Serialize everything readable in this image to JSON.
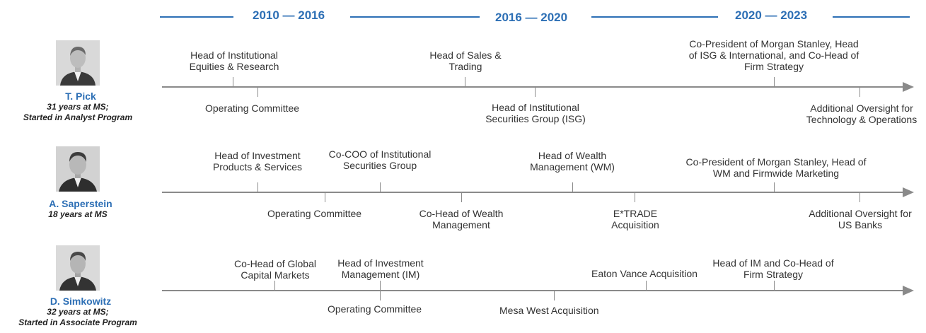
{
  "headers": {
    "period1": "2010 — 2016",
    "period2": "2016 — 2020",
    "period3": "2020 — 2023"
  },
  "colors": {
    "accent": "#2d6fb5",
    "axis": "#8a8a8a",
    "text": "#333333"
  },
  "people": [
    {
      "name": "T. Pick",
      "tenure": "31 years at MS;",
      "program": "Started in Analyst Program",
      "events": {
        "e1": "Head of Institutional Equities & Research",
        "e2": "Operating Committee",
        "e3": "Head of Sales & Trading",
        "e4": "Head of Institutional Securities Group (ISG)",
        "e5": "Co-President of Morgan Stanley, Head of ISG & International, and Co-Head of Firm Strategy",
        "e6": "Additional Oversight for Technology & Operations"
      }
    },
    {
      "name": "A. Saperstein",
      "tenure": "18 years at MS",
      "events": {
        "e1": "Head of Investment Products & Services",
        "e2": "Operating Committee",
        "e3": "Co-COO of  Institutional Securities Group",
        "e4": "Co-Head of Wealth Management",
        "e5": "Head of Wealth Management (WM)",
        "e6": "E*TRADE Acquisition",
        "e7": "Co-President of Morgan Stanley, Head of WM and Firmwide Marketing",
        "e8": "Additional Oversight for US Banks"
      }
    },
    {
      "name": "D. Simkowitz",
      "tenure": "32 years at MS;",
      "program": "Started in Associate Program",
      "events": {
        "e1": "Co-Head of Global Capital Markets",
        "e2": "Head of Investment Management (IM)",
        "e3": "Operating Committee",
        "e4": "Mesa West Acquisition",
        "e5": "Eaton Vance Acquisition",
        "e6": "Head of IM and Co-Head of Firm Strategy"
      }
    }
  ]
}
